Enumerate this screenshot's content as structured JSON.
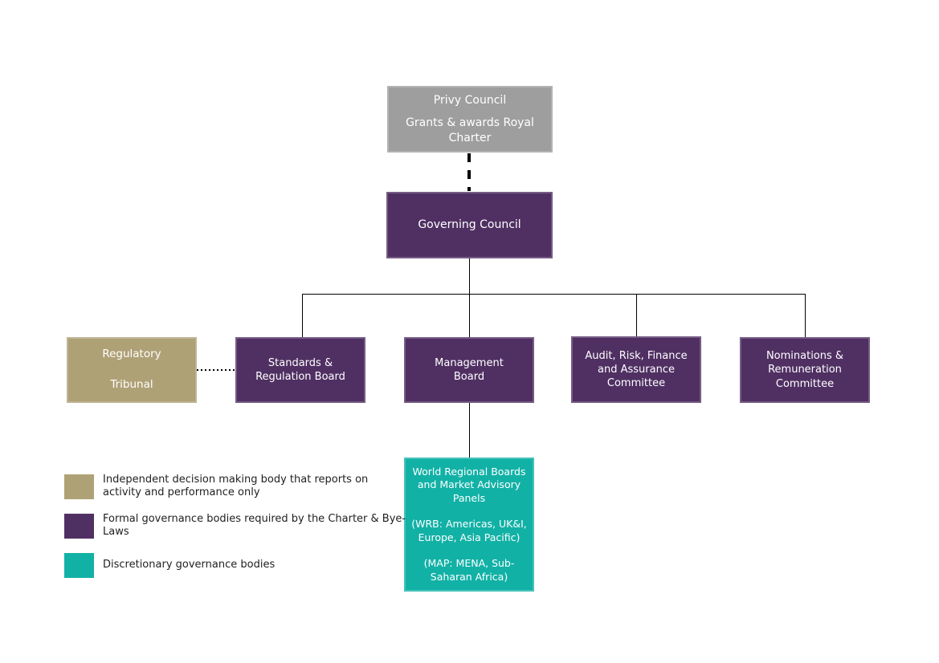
{
  "title": "Governance structure organisation chart",
  "colors": {
    "background": "#ffffff",
    "gray": "#9e9e9e",
    "purple": "#503063",
    "tan": "#afa176",
    "teal": "#12b1a6",
    "line": "#000000",
    "text_on_box": "#ffffff",
    "legend_text": "#1f1f1f"
  },
  "nodes": {
    "privy_council": {
      "title": "Privy Council",
      "subtitle": "Grants & awards Royal Charter"
    },
    "governing_council": {
      "label": "Governing Council"
    },
    "regulatory_tribunal": {
      "line1": "Regulatory",
      "line2": "Tribunal"
    },
    "standards_regulation_board": {
      "label": "Standards & Regulation Board"
    },
    "management_board": {
      "label": "Management Board"
    },
    "audit_committee": {
      "label": "Audit, Risk, Finance and Assurance Committee"
    },
    "nominations_committee": {
      "label": "Nominations & Remuneration Committee"
    },
    "world_regional_boards": {
      "para1": "World Regional Boards and Market Advisory Panels",
      "para2": "(WRB: Americas, UK&I, Europe, Asia Pacific)",
      "para3": "(MAP: MENA, Sub-Saharan Africa)"
    }
  },
  "legend": {
    "items": [
      {
        "swatch": "tan",
        "text": "Independent decision making body that reports on activity and performance only"
      },
      {
        "swatch": "purple",
        "text": "Formal governance bodies required by the Charter & Bye-Laws"
      },
      {
        "swatch": "teal",
        "text": "Discretionary governance bodies"
      }
    ]
  }
}
